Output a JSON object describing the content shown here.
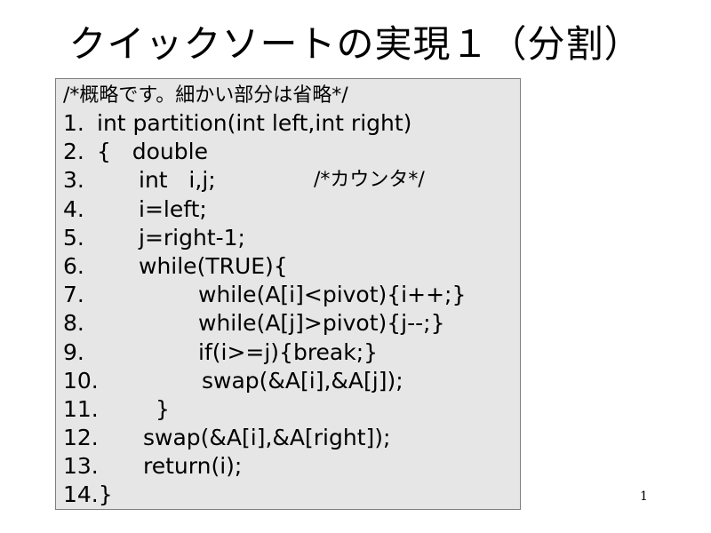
{
  "slide": {
    "title": "クイックソートの実現１（分割）",
    "page_number": "1"
  },
  "code": {
    "header_comment": "/*概略です。細かい部分は省略*/",
    "lines": [
      {
        "num": "1.",
        "text": "int partition(int left,int right)"
      },
      {
        "num": "2.",
        "text": "{   double"
      },
      {
        "num": "3.",
        "text": "int   i,j;",
        "comment": "/*カウンタ*/"
      },
      {
        "num": "4.",
        "text": "i=left;"
      },
      {
        "num": "5.",
        "text": "j=right-1;"
      },
      {
        "num": "6.",
        "text": "while(TRUE){"
      },
      {
        "num": "7.",
        "text": "while(A[i]<pivot){i++;}"
      },
      {
        "num": "8.",
        "text": "while(A[j]>pivot){j--;}"
      },
      {
        "num": "9.",
        "text": "if(i>=j){break;}"
      },
      {
        "num": "10.",
        "text": "swap(&A[i],&A[j]);"
      },
      {
        "num": "11.",
        "text": "}"
      },
      {
        "num": "12.",
        "text": "swap(&A[i],&A[right]);"
      },
      {
        "num": "13.",
        "text": "return(i);"
      },
      {
        "num": "14.}",
        "text": ""
      }
    ]
  }
}
